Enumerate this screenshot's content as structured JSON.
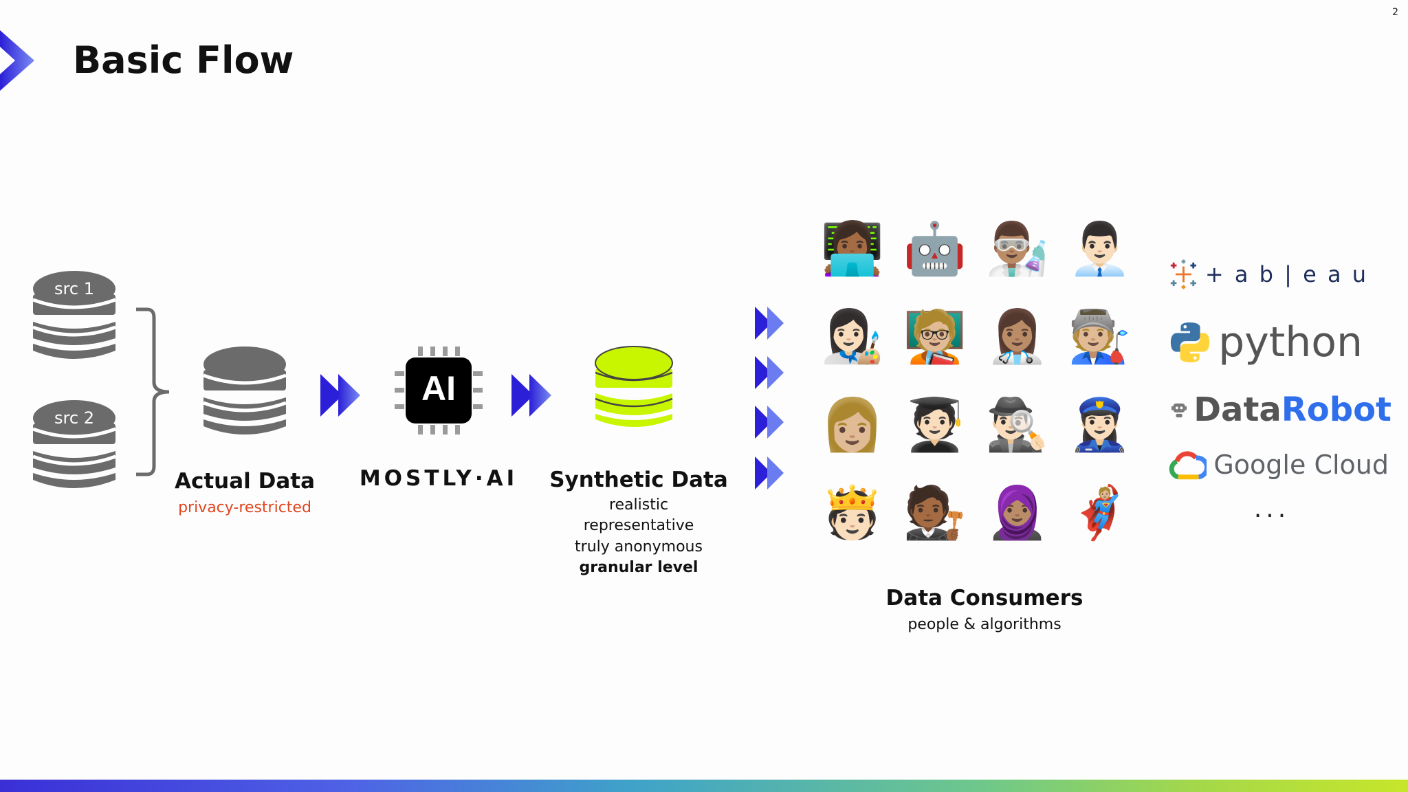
{
  "page_number": "2",
  "title": "Basic Flow",
  "sources": [
    {
      "label": "src 1"
    },
    {
      "label": "src 2"
    }
  ],
  "actual_data": {
    "title": "Actual Data",
    "subtitle": "privacy-restricted"
  },
  "engine": {
    "chip_label": "AI",
    "brand": "MOSTLY·AI"
  },
  "synthetic_data": {
    "title": "Synthetic Data",
    "features": [
      "realistic",
      "representative",
      "truly anonymous"
    ],
    "emphasis": "granular level"
  },
  "consumers": {
    "title": "Data Consumers",
    "subtitle": "people & algorithms",
    "avatars": [
      {
        "icon": "technologist-icon",
        "glyph": "👩🏾‍💻"
      },
      {
        "icon": "robot-icon",
        "glyph": "🤖"
      },
      {
        "icon": "scientist-icon",
        "glyph": "👨🏽‍🔬"
      },
      {
        "icon": "office-worker-icon",
        "glyph": "👨🏻‍💼"
      },
      {
        "icon": "artist-icon",
        "glyph": "👩🏻‍🎨"
      },
      {
        "icon": "teacher-icon",
        "glyph": "🧑🏼‍🏫"
      },
      {
        "icon": "health-worker-icon",
        "glyph": "👩🏽‍⚕️"
      },
      {
        "icon": "factory-worker-icon",
        "glyph": "🧑🏼‍🏭"
      },
      {
        "icon": "woman-icon",
        "glyph": "👩🏼"
      },
      {
        "icon": "student-icon",
        "glyph": "🧑🏻‍🎓"
      },
      {
        "icon": "detective-icon",
        "glyph": "🕵🏻‍♂️"
      },
      {
        "icon": "police-officer-icon",
        "glyph": "👮🏻‍♀️"
      },
      {
        "icon": "royalty-icon",
        "glyph": "🫅🏻"
      },
      {
        "icon": "judge-icon",
        "glyph": "🧑🏾‍⚖️"
      },
      {
        "icon": "headscarf-icon",
        "glyph": "🧕🏽"
      },
      {
        "icon": "superhero-icon",
        "glyph": "🦸🏼"
      }
    ]
  },
  "tools": {
    "tableau": "+ a b | e a u",
    "python": "python",
    "datarobot_1": "Data",
    "datarobot_2": "Robot",
    "google_cloud": "Google Cloud",
    "more": "..."
  },
  "colors": {
    "db_gray": "#6b6b6b",
    "synthetic_green": "#c8f500",
    "arrow_blue": "#2b1fd8",
    "arrow_light": "#6a7cf0",
    "subtitle_red": "#e0451f",
    "datarobot_blue": "#2f6fec"
  }
}
